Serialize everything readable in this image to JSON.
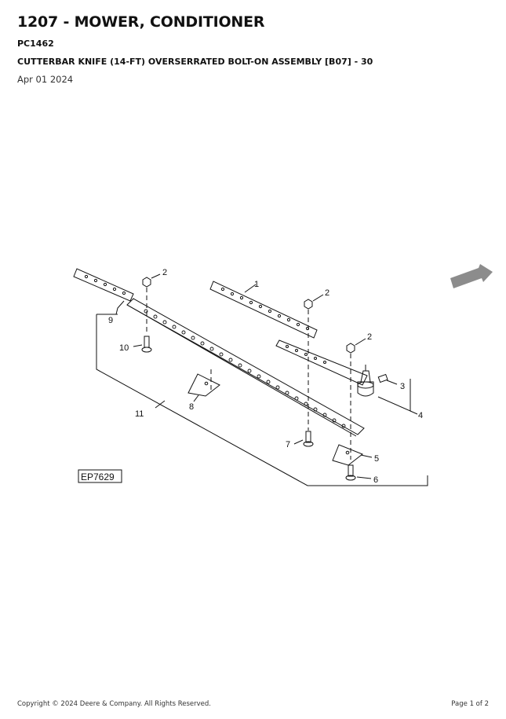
{
  "header": {
    "title": "1207 - MOWER, CONDITIONER",
    "code": "PC1462",
    "subtitle": "CUTTERBAR KNIFE (14-FT) OVERSERRATED BOLT-ON ASSEMBLY [B07] - 30",
    "date": "Apr 01 2024"
  },
  "diagram": {
    "figure_id": "EP7629",
    "callouts": [
      "1",
      "2",
      "2",
      "2",
      "3",
      "4",
      "5",
      "6",
      "7",
      "8",
      "9",
      "10",
      "11"
    ],
    "arrow_color": "#8c8c8c"
  },
  "footer": {
    "copyright": "Copyright © 2024 Deere & Company. All Rights Reserved.",
    "page": "Page 1 of 2"
  }
}
